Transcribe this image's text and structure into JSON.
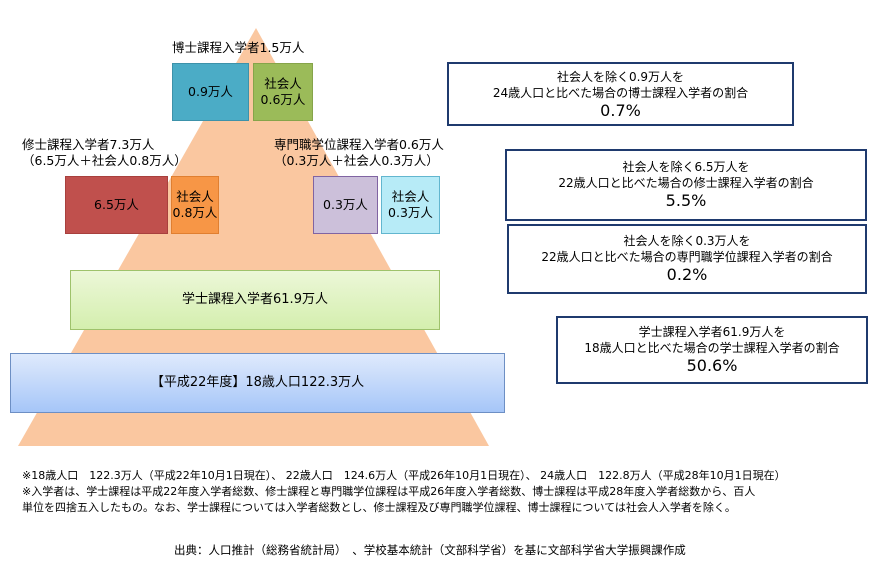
{
  "colors": {
    "pyramid": "#fac7a0",
    "doctoral_main": "#4bacc6",
    "doctoral_working": "#9bbb59",
    "masters_main": "#c0504d",
    "masters_working": "#f79646",
    "professional_main": "#ccc0da",
    "professional_working": "#b7ebf7",
    "bachelor": "#d4efae",
    "population": "#a6c6f8",
    "box_border": "#1f3a6e"
  },
  "doctoral": {
    "title": "博士課程入学者1.5万人",
    "main_block": "0.9万人",
    "working_block_line1": "社会人",
    "working_block_line2": "0.6万人"
  },
  "masters": {
    "title_line1": "修士課程入学者7.3万人",
    "title_line2": "（6.5万人＋社会人0.8万人）",
    "main_block": "6.5万人",
    "working_block_line1": "社会人",
    "working_block_line2": "0.8万人"
  },
  "professional": {
    "title_line1": "専門職学位課程入学者0.6万人",
    "title_line2": "（0.3万人＋社会人0.3万人）",
    "main_block": "0.3万人",
    "working_block_line1": "社会人",
    "working_block_line2": "0.3万人"
  },
  "bachelor": {
    "label": "学士課程入学者61.9万人"
  },
  "population": {
    "label": "【平成22年度】18歳人口122.3万人"
  },
  "ratio_boxes": [
    {
      "line1": "社会人を除く0.9万人を",
      "line2": "24歳人口と比べた場合の博士課程入学者の割合",
      "pct": "0.7%"
    },
    {
      "line1": "社会人を除く6.5万人を",
      "line2": "22歳人口と比べた場合の修士課程入学者の割合",
      "pct": "5.5%"
    },
    {
      "line1": "社会人を除く0.3万人を",
      "line2": "22歳人口と比べた場合の専門職学位課程入学者の割合",
      "pct": "0.2%"
    },
    {
      "line1": "学士課程入学者61.9万人を",
      "line2": "18歳人口と比べた場合の学士課程入学者の割合",
      "pct": "50.6%"
    }
  ],
  "notes": {
    "line1": "※18歳人口　122.3万人（平成22年10月1日現在）、 22歳人口　124.6万人（平成26年10月1日現在）、 24歳人口　122.8万人（平成28年10月1日現在）",
    "line2": "※入学者は、学士課程は平成22年度入学者総数、修士課程と専門職学位課程は平成26年度入学者総数、博士課程は平成28年度入学者総数から、百人",
    "line3": "単位を四捨五入したもの。なお、学士課程については入学者総数とし、修士課程及び専門職学位課程、博士課程については社会人入学者を除く。"
  },
  "source": "出典：人口推計（総務省統計局）　、学校基本統計（文部科学省）を基に文部科学省大学振興課作成"
}
